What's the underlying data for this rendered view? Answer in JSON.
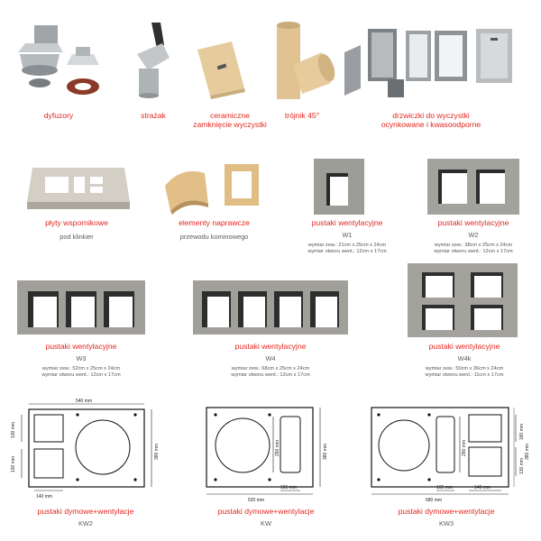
{
  "row1": {
    "dyfuzory": "dyfuzory",
    "strazak": "strażak",
    "ceramiczne_line1": "ceramiczne",
    "ceramiczne_line2": "zamknięcie wyczystki",
    "trojnik": "trójnik 45°",
    "drzwiczki_line1": "drzwiczki do wyczystki",
    "drzwiczki_line2": "ocynkowane i kwasoodporne"
  },
  "row2": {
    "plyty": "płyty wspornikowe",
    "plyty_sub": "pod klinkier",
    "elementy": "elementy naprawcze",
    "elementy_sub": "przewodu kominowego",
    "w1_title": "pustaki wentylacyjne",
    "w1_code": "W1",
    "w1_dims1": "wymiar zew.: 21cm x 25cm x 24cm",
    "w1_dims2": "wymiar otworu went.: 12cm x 17cm",
    "w2_title": "pustaki wentylacyjne",
    "w2_code": "W2",
    "w2_dims1": "wymiar zew.: 38cm x 25cm x 24cm",
    "w2_dims2": "wymiar otworu went.: 12cm x 17cm"
  },
  "row3": {
    "w3_title": "pustaki wentylacyjne",
    "w3_code": "W3",
    "w3_dims1": "wymiar zew.: 52cm x 25cm x 24cm",
    "w3_dims2": "wymiar otworu went.: 12cm x 17cm",
    "w4_title": "pustaki wentylacyjne",
    "w4_code": "W4",
    "w4_dims1": "wymiar zew.: 68cm x 25cm x 24cm",
    "w4_dims2": "wymiar otworu went.: 12cm x 17cm",
    "w4k_title": "pustaki wentylacyjne",
    "w4k_code": "W4k",
    "w4k_dims1": "wymiar zew.: 50cm x 36cm x 24cm",
    "w4k_dims2": "wymiar otworu went.: 11cm x 17cm"
  },
  "row4": {
    "kw2_title": "pustaki dymowe+wentylacje",
    "kw2_code": "KW2",
    "kw2_width": "540 mm",
    "kw2_height": "380 mm",
    "kw2_top_dim": "130 mm",
    "kw2_bottom_dim": "130 mm",
    "kw2_hole_dim": "140 mm",
    "kw_title": "pustaki dymowe+wentylacje",
    "kw_code": "KW",
    "kw_width": "520 mm",
    "kw_height": "380 mm",
    "kw_inner_h": "290 mm",
    "kw_slot_w": "105 mm",
    "kw3_title": "pustaki dymowe+wentylacje",
    "kw3_code": "KW3",
    "kw3_width": "680 mm",
    "kw3_height": "380 mm",
    "kw3_inner_h": "290 mm",
    "kw3_right_top": "180 mm",
    "kw3_right_bottom": "130 mm",
    "kw3_slot_w": "105 mm",
    "kw3_hole_w": "140 mm"
  },
  "colors": {
    "caption_red": "#e3261f",
    "concrete": "#a6a6a0",
    "ceramic": "#e2c596",
    "steel": "#c8ccd0"
  }
}
